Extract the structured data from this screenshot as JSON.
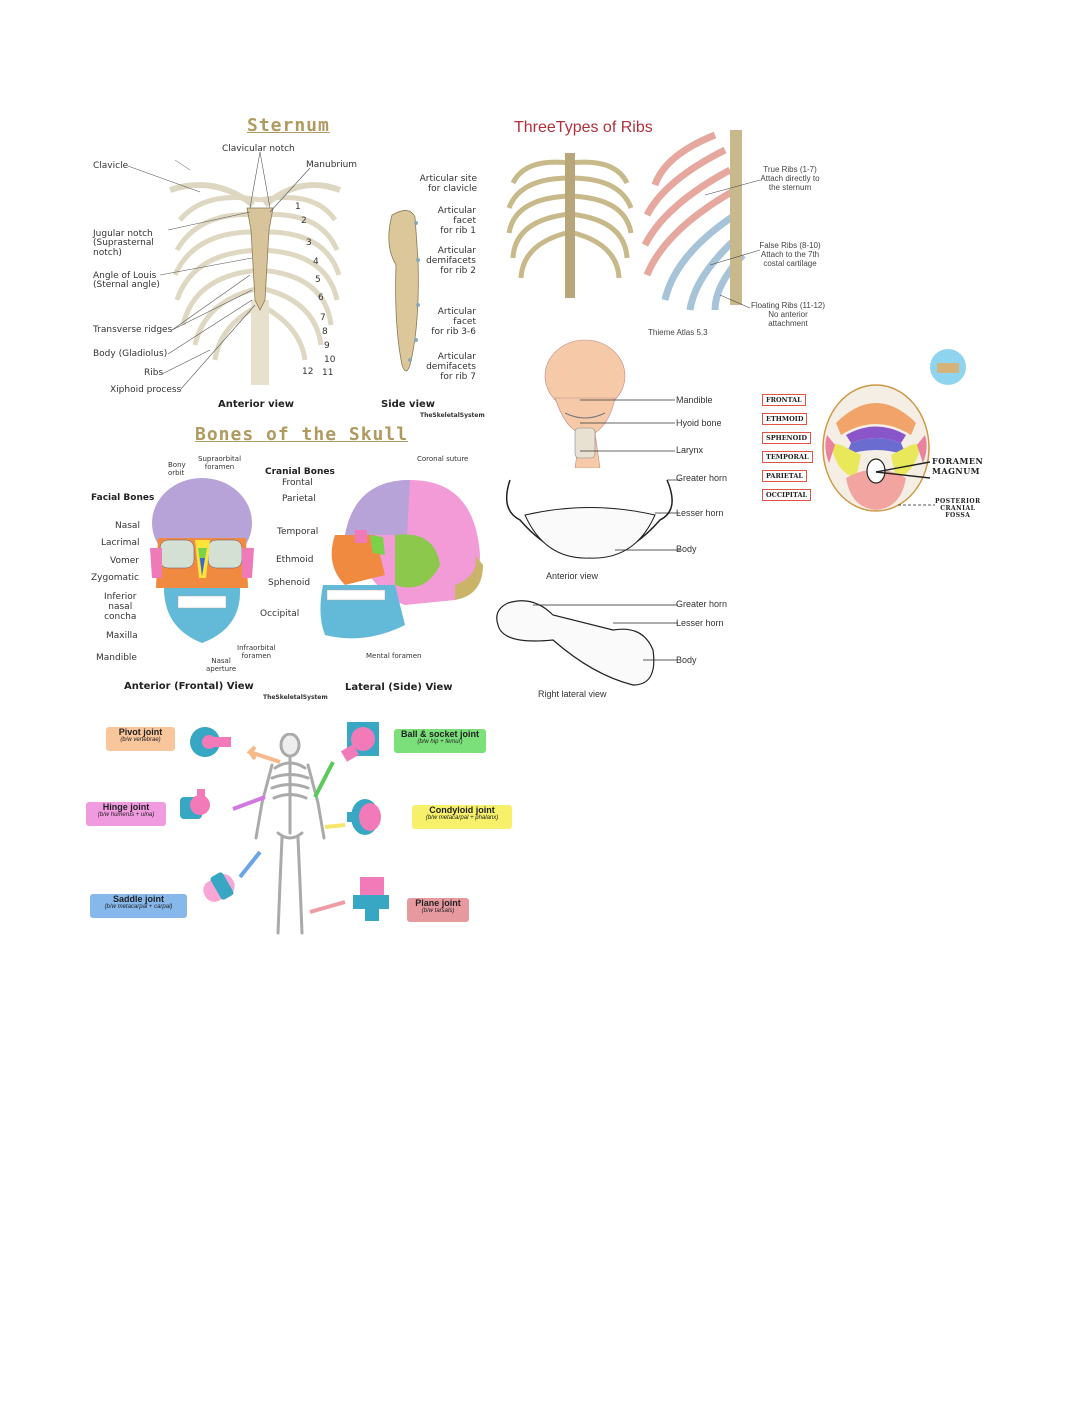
{
  "sternum": {
    "title": "Sternum",
    "clavicular_notch": "Clavicular notch",
    "manubrium": "Manubrium",
    "clavicle": "Clavicle",
    "jugular_notch": "Jugular notch\n(Suprasternal\nnotch)",
    "angle_louis": "Angle of Louis\n(Sternal angle)",
    "transverse": "Transverse ridges",
    "body": "Body (Gladiolus)",
    "ribs": "Ribs",
    "xiphoid": "Xiphoid process",
    "numbers": [
      "1",
      "2",
      "3",
      "4",
      "5",
      "6",
      "7",
      "8",
      "9",
      "10",
      "11",
      "12"
    ],
    "anterior": "Anterior view",
    "side": "Side view",
    "art_clavicle": "Articular site\nfor clavicle",
    "art_rib1": "Articular\nfacet\nfor rib 1",
    "art_rib2": "Articular\ndemifacets\nfor rib 2",
    "art_rib36": "Articular\nfacet\nfor rib 3-6",
    "art_rib7": "Articular\ndemifacets\nfor rib 7",
    "credit": "TheSkeletalSystem"
  },
  "skull": {
    "title": "Bones of the Skull",
    "bony_orbit": "Bony\norbit",
    "supraorbital": "Supraorbital\nforamen",
    "cranial": "Cranial Bones",
    "coronal": "Coronal suture",
    "facial": "Facial Bones",
    "frontal": "Frontal",
    "parietal": "Parietal",
    "nasal": "Nasal",
    "lacrimal": "Lacrimal",
    "temporal": "Temporal",
    "vomer": "Vomer",
    "ethmoid": "Ethmoid",
    "zygomatic": "Zygomatic",
    "sphenoid": "Sphenoid",
    "inferior": "Inferior\nnasal\nconcha",
    "occipital": "Occipital",
    "maxilla": "Maxilla",
    "infraorbital": "Infraorbital\nforamen",
    "mandible": "Mandible",
    "nasal_ap": "Nasal\naperture",
    "mental": "Mental foramen",
    "anterior": "Anterior (Frontal) View",
    "lateral": "Lateral (Side) View",
    "credit": "TheSkeletalSystem"
  },
  "ribs": {
    "title": "ThreeTypes of Ribs",
    "true": "True Ribs (1-7)\nAttach directly to\nthe sternum",
    "false": "False Ribs (8-10)\nAttach to the 7th\ncostal cartilage",
    "floating": "Floating Ribs (11-12)\nNo anterior\nattachment",
    "credit": "Thieme Atlas 5.3"
  },
  "hyoid": {
    "mandible": "Mandible",
    "hyoid": "Hyoid bone",
    "larynx": "Larynx",
    "greater1": "Greater horn",
    "lesser1": "Lesser horn",
    "body1": "Body",
    "anterior": "Anterior view",
    "greater2": "Greater horn",
    "lesser2": "Lesser horn",
    "body2": "Body",
    "right": "Right lateral view"
  },
  "cranial_base": {
    "boxes": [
      "FRONTAL",
      "ETHMOID",
      "SPHENOID",
      "TEMPORAL",
      "PARIETAL",
      "OCCIPITAL"
    ],
    "foramen": "FORAMEN\nMAGNUM",
    "fossa": "POSTERIOR\nCRANIAL\nFOSSA",
    "colors": {
      "frontal": "#f2a36a",
      "ethmoid": "#8a55c8",
      "sphenoid": "#6b6ccf",
      "temporal": "#e8e85a",
      "parietal": "#e8829e",
      "occipital": "#f2a5a0"
    }
  },
  "joints": {
    "pivot": {
      "name": "Pivot joint",
      "sub": "(b/w vertebrae)",
      "color": "#f9c69b"
    },
    "hinge": {
      "name": "Hinge joint",
      "sub": "(b/w humerus + ulna)",
      "color": "#f09ae0"
    },
    "saddle": {
      "name": "Saddle joint",
      "sub": "(b/w metacarpal + carpal)",
      "color": "#86b8ec"
    },
    "ball": {
      "name": "Ball & socket joint",
      "sub": "(b/w hip + femur)",
      "color": "#7ce07a"
    },
    "condyloid": {
      "name": "Condyloid joint",
      "sub": "(b/w metacarpal + phalanx)",
      "color": "#f6f06a"
    },
    "plane": {
      "name": "Plane joint",
      "sub": "(b/w tarsals)",
      "color": "#e69aa0"
    }
  }
}
